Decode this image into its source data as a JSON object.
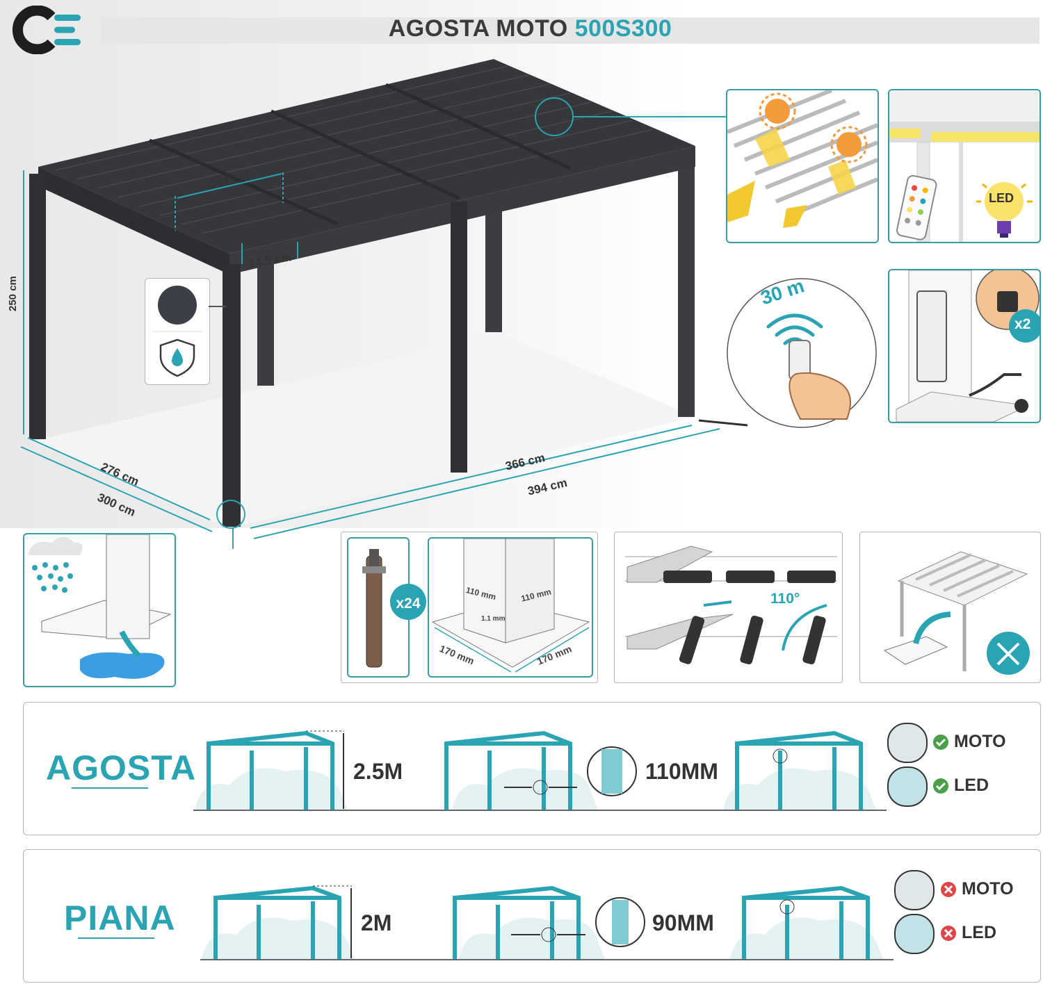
{
  "header": {
    "title_prefix": "AGOSTA MOTO",
    "title_model": "500S300",
    "colors": {
      "accent": "#2aa3b3",
      "dark": "#3a3a3a",
      "panel_border": "#3a9aa5"
    }
  },
  "dimensions": {
    "louver_width": "184 cm",
    "louver_depth": "14.5 cm",
    "height": "250 cm",
    "inner_depth": "276 cm",
    "outer_depth": "300 cm",
    "inner_width": "366 cm",
    "outer_width": "394 cm"
  },
  "features": {
    "remote_range": "30 m",
    "led_label": "LED",
    "power_count": "x2",
    "anchor_count": "x24",
    "post_width_a": "110 mm",
    "post_width_b": "110 mm",
    "gap": "1.1 mm",
    "base_a": "170 mm",
    "base_b": "170 mm",
    "tilt_angle": "110°"
  },
  "comparison": [
    {
      "brand": "AGOSTA",
      "height": "2.5M",
      "post": "110MM",
      "moto": "MOTO",
      "led": "LED",
      "moto_ok": true,
      "led_ok": true
    },
    {
      "brand": "PIANA",
      "height": "2M",
      "post": "90MM",
      "moto": "MOTO",
      "led": "LED",
      "moto_ok": false,
      "led_ok": false
    }
  ]
}
